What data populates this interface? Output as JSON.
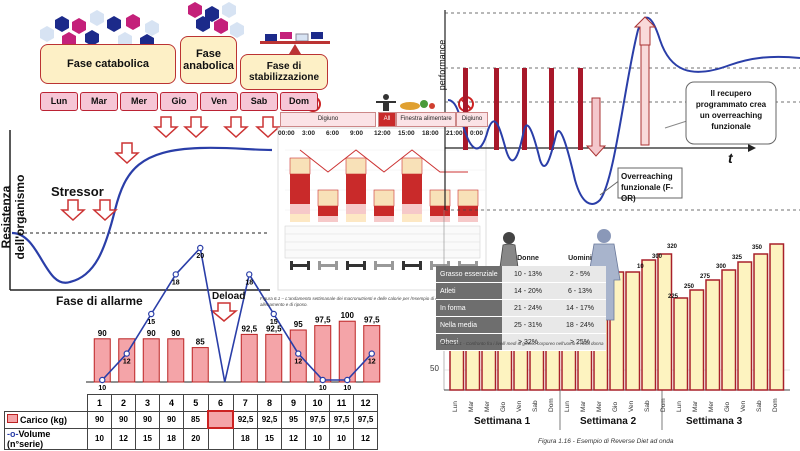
{
  "phases": {
    "catabolic": "Fase catabolica",
    "anabolic": "Fase anabolica",
    "stabilization": "Fase di stabilizzazione"
  },
  "days": [
    "Lun",
    "Mar",
    "Mer",
    "Gio",
    "Ven",
    "Sab",
    "Dom"
  ],
  "stress_chart": {
    "y_label": "Resistenza dell'organismo",
    "stressor": "Stressor",
    "alarm": "Fase di allarme"
  },
  "meals": {
    "fasting_label": "Digiuno",
    "all_label": "All",
    "window_label": "Finestra alimentare",
    "fasting_label_2": "Digiuno",
    "times": [
      "00:00",
      "3:00",
      "6:00",
      "9:00",
      "12:00",
      "15:00",
      "18:00",
      "21:00",
      "0:00"
    ],
    "caption": "Figura 6.1 – L'andamento settimanale dei macronutrienti e delle calorie per l'esempio di dieta Lea: i giorni di allenamento e di riposo."
  },
  "performance": {
    "y_label": "performance",
    "t_label": "t",
    "callout": "Il recupero programmato crea un overreaching funzionale",
    "for_label": "Overreaching funzionale (F-OR)"
  },
  "deload_label": "Deload",
  "load_chart": {
    "weeks": [
      1,
      2,
      3,
      4,
      5,
      6,
      7,
      8,
      9,
      10,
      11,
      12
    ],
    "carico": [
      "90",
      "90",
      "90",
      "90",
      "85",
      "",
      "92,5",
      "92,5",
      "95",
      "97,5",
      "97,5",
      "97,5"
    ],
    "bar_labels": [
      "90",
      "",
      "90",
      "90",
      "85",
      "",
      "92,5",
      "92,5",
      "95",
      "97,5",
      "100",
      "97,5"
    ],
    "bar_values": [
      90,
      90,
      90,
      90,
      85,
      0,
      92.5,
      92.5,
      95,
      97.5,
      100,
      97.5
    ],
    "volume": [
      "10",
      "12",
      "15",
      "18",
      "20",
      "",
      "18",
      "15",
      "12",
      "10",
      "10",
      "12"
    ],
    "volume_values": [
      10,
      12,
      15,
      18,
      20,
      null,
      18,
      15,
      12,
      10,
      10,
      12
    ],
    "row_carico": "Carico (kg)",
    "row_volume": "Volume (n°serie)"
  },
  "body_fat": {
    "col_women": "Donne",
    "col_men": "Uomini",
    "rows": [
      {
        "label": "Grasso essenziale",
        "women": "10 - 13%",
        "men": "2 - 5%"
      },
      {
        "label": "Atleti",
        "women": "14 - 20%",
        "men": "6 - 13%"
      },
      {
        "label": "In forma",
        "women": "21 - 24%",
        "men": "14 - 17%"
      },
      {
        "label": "Nella media",
        "women": "25 - 31%",
        "men": "18 - 24%"
      },
      {
        "label": "Obesi",
        "women": "> 32%",
        "men": "> 25%"
      }
    ],
    "caption": "Tabella 5.1 - Confronto fra i livelli medi di grasso corporeo nell'uomo e nella donna"
  },
  "reverse_diet": {
    "y_tick": "50",
    "labels": [
      "10",
      "225",
      "250",
      "275",
      "300",
      "325",
      "350",
      "300",
      "320"
    ],
    "weeks": [
      "Settimana 1",
      "Settimana 2",
      "Settimana 3"
    ],
    "day_labels": [
      "Lun",
      "Mar",
      "Mer",
      "Gio",
      "Ven",
      "Sab",
      "Dom"
    ],
    "caption": "Figura 1.16 - Esempio di Reverse Diet ad onda"
  }
}
